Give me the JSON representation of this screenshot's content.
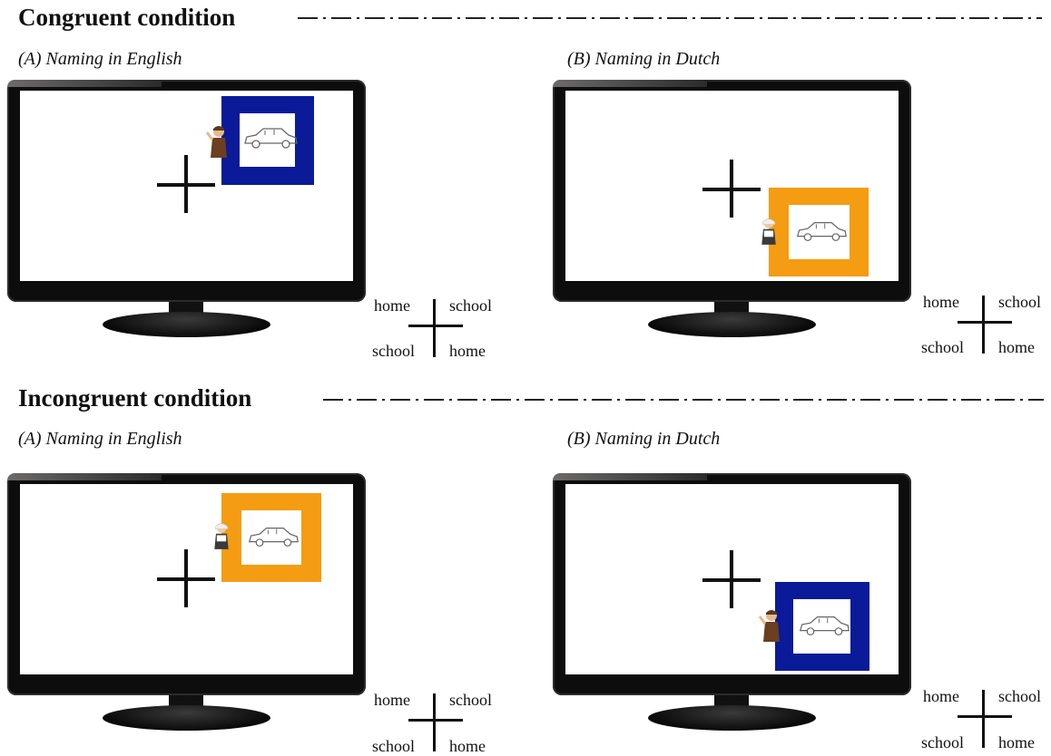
{
  "sections": [
    {
      "title": "Congruent condition",
      "panels": [
        {
          "subtitle": "(A) Naming in English",
          "frame_color": "#0a1a99",
          "key": {
            "tl": "home",
            "tr": "school",
            "bl": "school",
            "br": "home"
          }
        },
        {
          "subtitle": "(B) Naming in Dutch",
          "frame_color": "#f49c12",
          "key": {
            "tl": "home",
            "tr": "school",
            "bl": "school",
            "br": "home"
          }
        }
      ]
    },
    {
      "title": "Incongruent condition",
      "panels": [
        {
          "subtitle": "(A) Naming in English",
          "frame_color": "#f49c12",
          "key": {
            "tl": "home",
            "tr": "school",
            "bl": "school",
            "br": "home"
          }
        },
        {
          "subtitle": "(B) Naming in Dutch",
          "frame_color": "#0a1a99",
          "key": {
            "tl": "home",
            "tr": "school",
            "bl": "school",
            "br": "home"
          }
        }
      ]
    }
  ]
}
